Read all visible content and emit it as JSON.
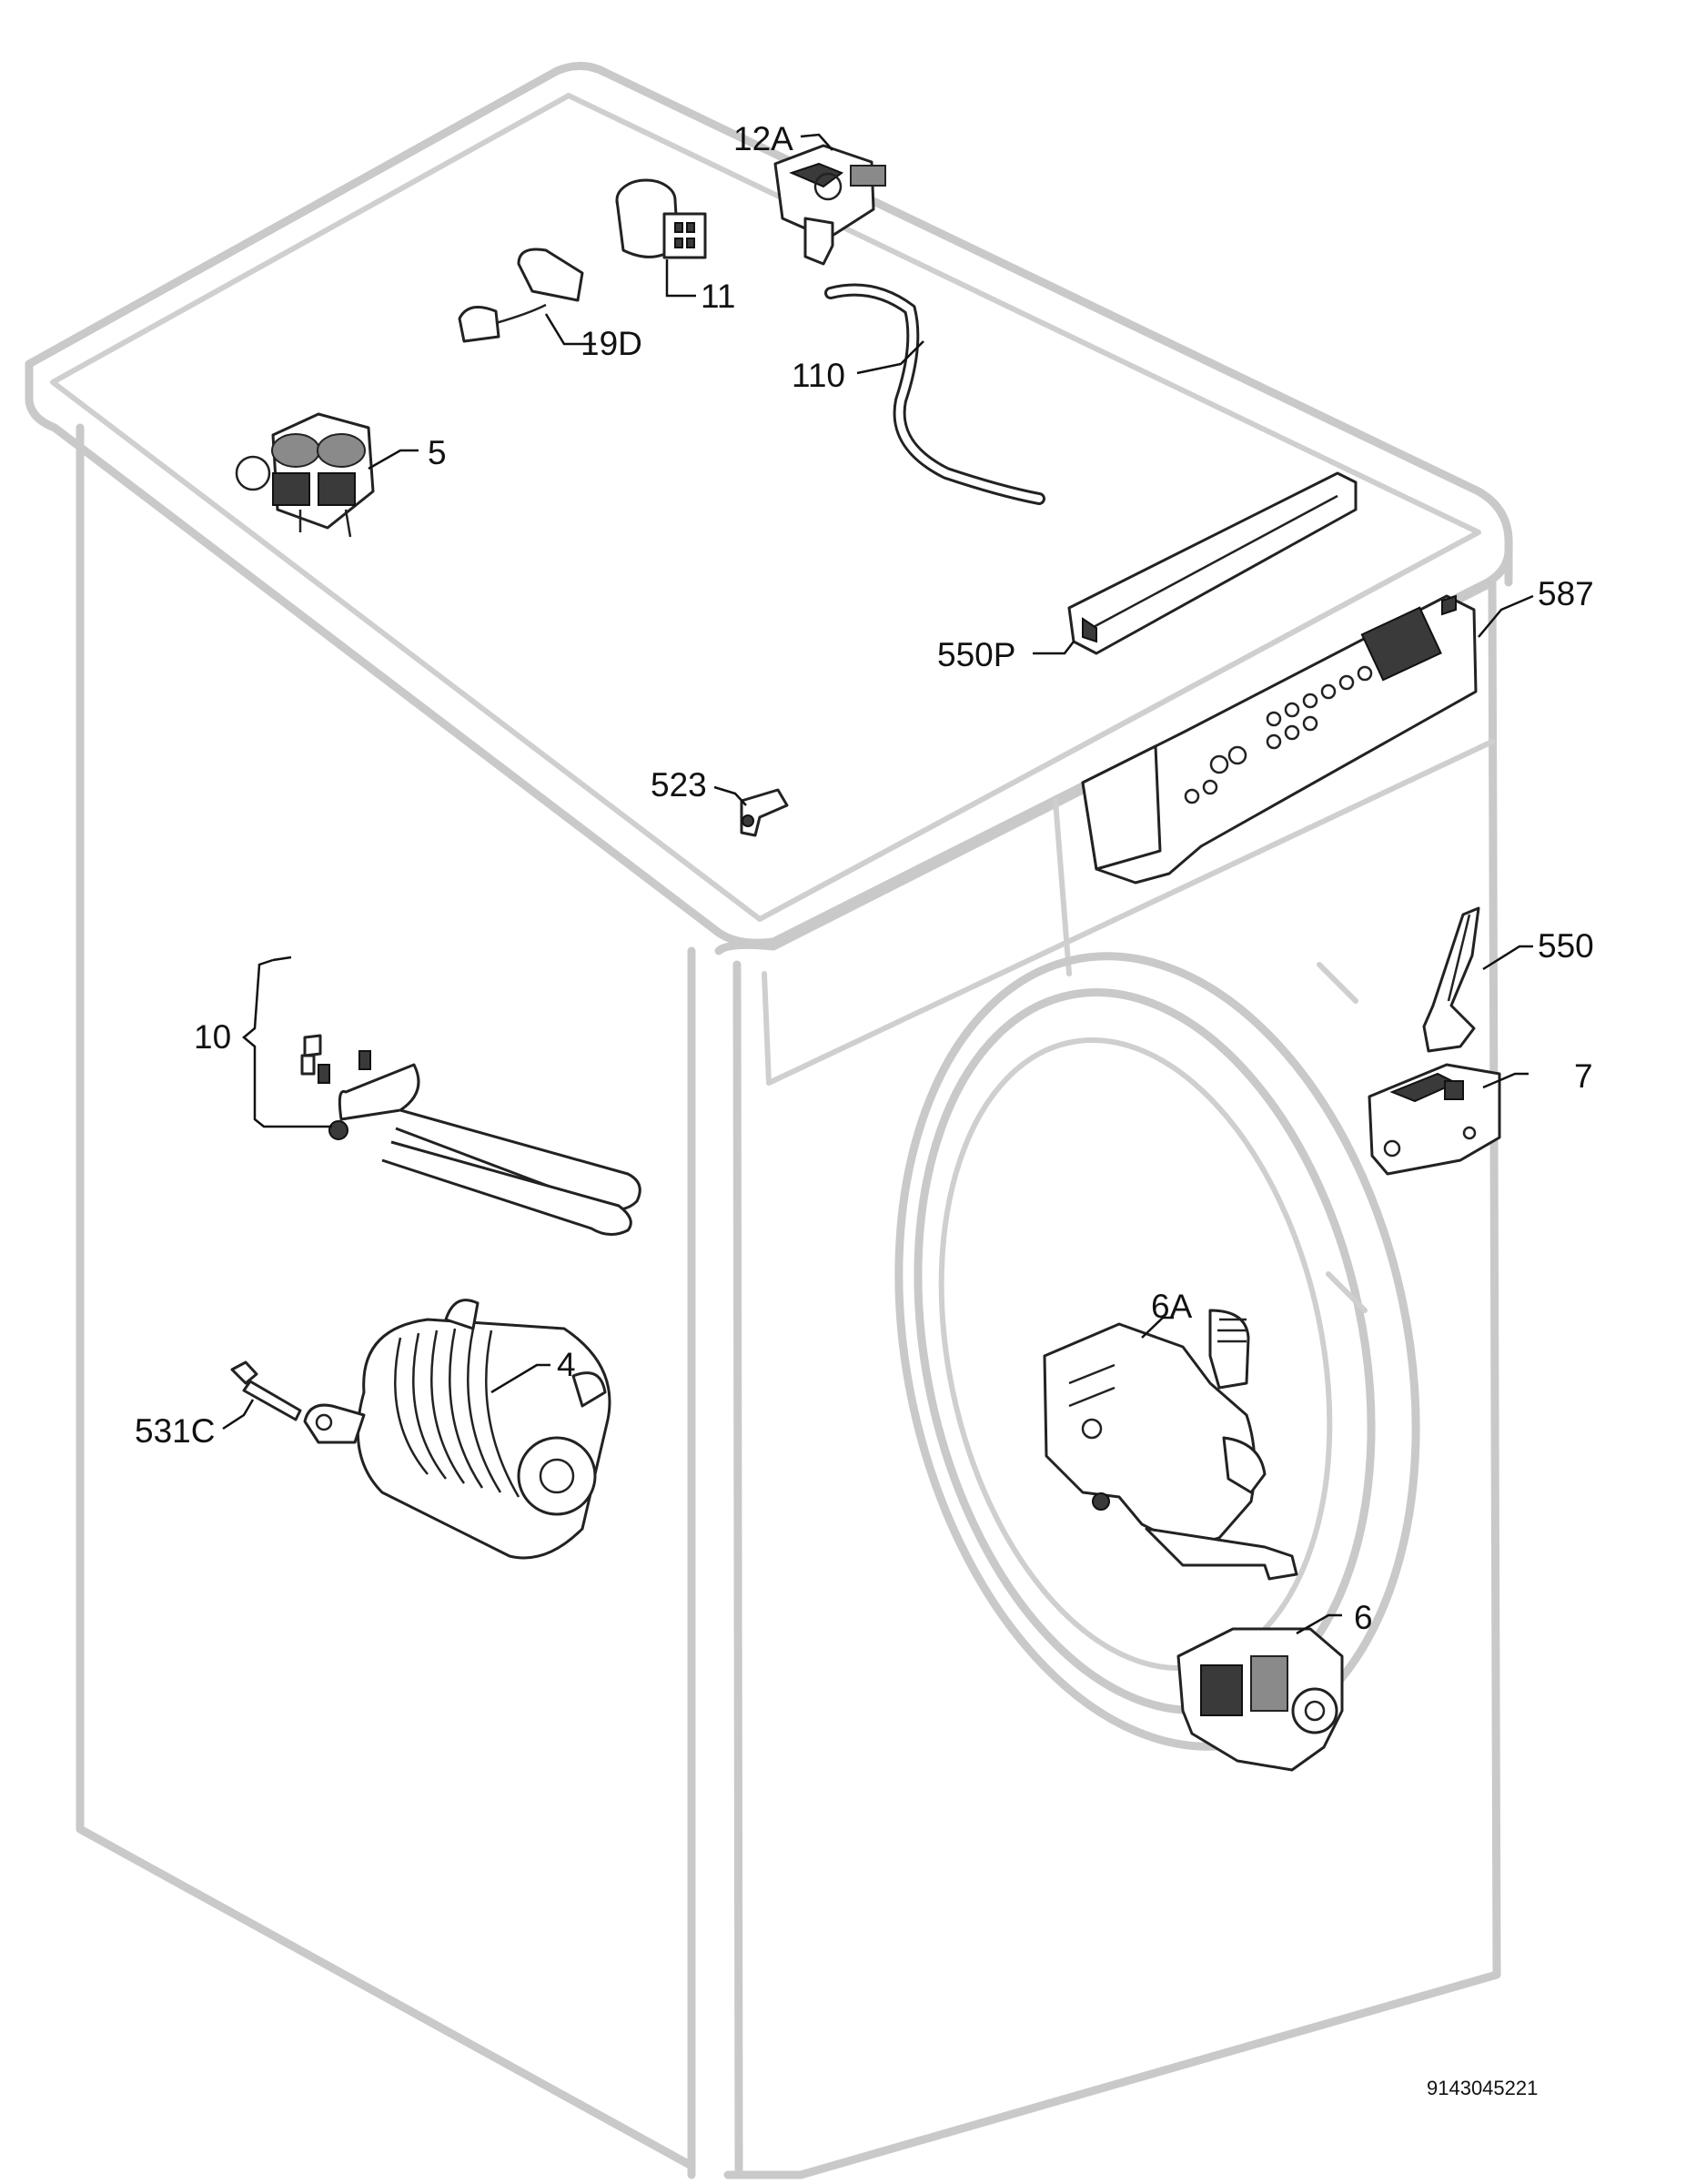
{
  "diagram": {
    "document_number": "9143045221",
    "callouts": {
      "c12A": "12A",
      "c11": "11",
      "c19D": "19D",
      "c110": "110",
      "c5": "5",
      "c587": "587",
      "c550P": "550P",
      "c523": "523",
      "c550": "550",
      "c10": "10",
      "c7": "7",
      "c4": "4",
      "c6A": "6A",
      "c531C": "531C",
      "c6": "6"
    }
  }
}
